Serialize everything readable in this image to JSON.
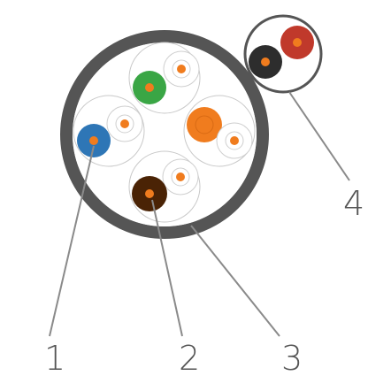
{
  "diagram": {
    "callouts": [
      {
        "label": "1"
      },
      {
        "label": "2"
      },
      {
        "label": "3"
      },
      {
        "label": "4"
      }
    ]
  },
  "colors": {
    "jacket": "#555555",
    "pair_outline": "#c9c9c9",
    "leader_line": "#8a8a8a",
    "white_wire": "#ffffff",
    "wire_outline": "#cfcfcf",
    "core": "#f07c1e",
    "core_dark_bg": "#e07020",
    "green_wire": "#3aa645",
    "blue_wire": "#2e76b6",
    "orange_wire": "#f07c1e",
    "brown_wire": "#4a2305",
    "black_wire": "#2d2d2d",
    "red_wire": "#c0392b",
    "label_text": "#555555"
  },
  "wires": [
    {
      "name": "green",
      "color_key": "green_wire"
    },
    {
      "name": "blue",
      "color_key": "blue_wire"
    },
    {
      "name": "orange",
      "color_key": "orange_wire"
    },
    {
      "name": "brown",
      "color_key": "brown_wire"
    },
    {
      "name": "black",
      "color_key": "black_wire"
    },
    {
      "name": "red",
      "color_key": "red_wire"
    }
  ]
}
